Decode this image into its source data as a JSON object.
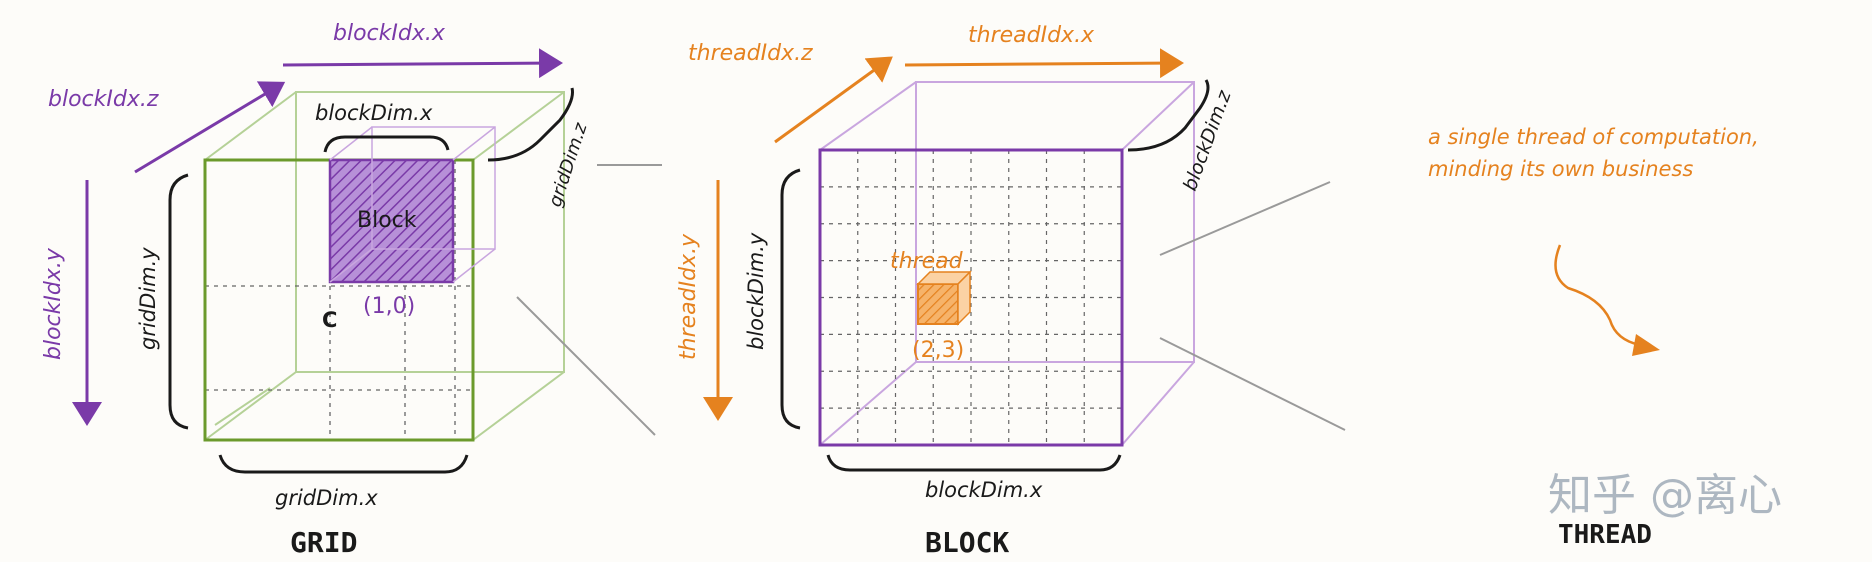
{
  "grid": {
    "title": "GRID",
    "axis_x": "blockIdx.x",
    "axis_y": "blockIdx.y",
    "axis_z": "blockIdx.z",
    "dim_x": "gridDim.x",
    "dim_y": "gridDim.y",
    "dim_z": "gridDim.z",
    "block_dim_x": "blockDim.x",
    "block_label": "Block",
    "block_coord": "(1,0)",
    "stray_letter": "C"
  },
  "block": {
    "title": "BLOCK",
    "axis_x": "threadIdx.x",
    "axis_y": "threadIdx.y",
    "axis_z": "threadIdx.z",
    "dim_x": "blockDim.x",
    "dim_y": "blockDim.y",
    "dim_z": "blockDim.z",
    "thread_label": "thread",
    "thread_coord": "(2,3)"
  },
  "thread": {
    "title": "THREAD",
    "caption_line1": "a single thread of computation,",
    "caption_line2": "minding its own business"
  },
  "watermark": "知乎 @离心",
  "colors": {
    "purple": "#7a3aa8",
    "purple_light": "#c9a6df",
    "green": "#6b9a2c",
    "green_light": "#b5d197",
    "orange": "#e5821f",
    "black": "#1a1a1a",
    "grey": "#9a9a9a"
  }
}
